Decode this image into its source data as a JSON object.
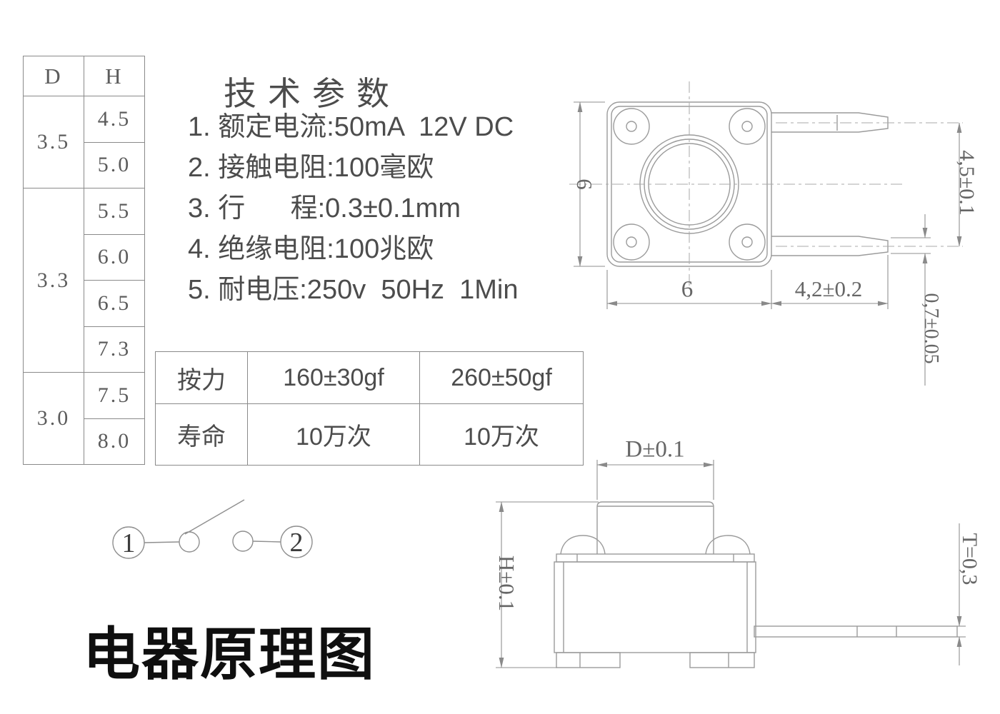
{
  "dh_table": {
    "headers": [
      "D",
      "H"
    ],
    "groups": [
      {
        "d": "3.5",
        "h": [
          "4.5",
          "5.0"
        ]
      },
      {
        "d": "3.3",
        "h": [
          "5.5",
          "6.0",
          "6.5",
          "7.3"
        ]
      },
      {
        "d": "3.0",
        "h": [
          "7.5",
          "8.0"
        ]
      }
    ]
  },
  "tech_params": {
    "title": "技术参数",
    "items": [
      "1. 额定电流:50mA  12V DC",
      "2. 接触电阻:100毫欧",
      "3. 行      程:0.3±0.1mm",
      "4. 绝缘电阻:100兆欧",
      "5. 耐电压:250v  50Hz  1Min"
    ]
  },
  "force_table": {
    "rows": [
      {
        "label": "按力",
        "col1": "160±30gf",
        "col2": "260±50gf"
      },
      {
        "label": "寿命",
        "col1": "10万次",
        "col2": "10万次"
      }
    ]
  },
  "top_view": {
    "dim_body_height": "6",
    "dim_body_width": "6",
    "dim_pin_length": "4,2±0.2",
    "dim_pin_pitch": "4,5±0.1",
    "dim_pin_tip_width": "0,7±0.05"
  },
  "side_view": {
    "dim_button_diameter": "D±0.1",
    "dim_total_height": "H±0.1",
    "dim_pin_thickness": "T=0,3"
  },
  "schematic": {
    "terminal_1": "1",
    "terminal_2": "2",
    "title": "电器原理图"
  },
  "colors": {
    "drawing_line": "#9b9b9b",
    "dimension_text": "#666666",
    "parameter_text": "#4c4c4c",
    "title_text": "#0f0f0f"
  }
}
